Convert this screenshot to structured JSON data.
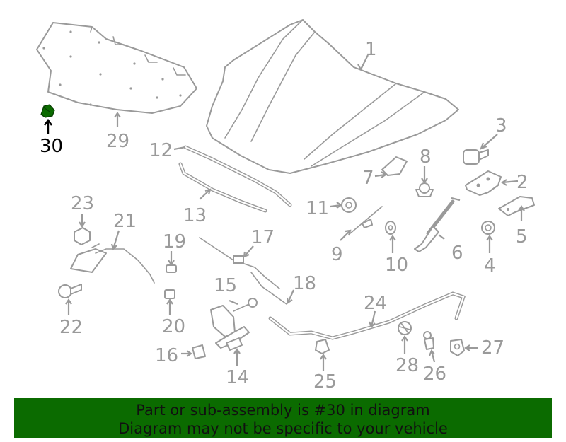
{
  "diagram": {
    "callouts": [
      {
        "id": "1",
        "text": "1"
      },
      {
        "id": "2",
        "text": "2"
      },
      {
        "id": "3",
        "text": "3"
      },
      {
        "id": "4",
        "text": "4"
      },
      {
        "id": "5",
        "text": "5"
      },
      {
        "id": "6",
        "text": "6"
      },
      {
        "id": "7",
        "text": "7"
      },
      {
        "id": "8",
        "text": "8"
      },
      {
        "id": "9",
        "text": "9"
      },
      {
        "id": "10",
        "text": "10"
      },
      {
        "id": "11",
        "text": "11"
      },
      {
        "id": "12",
        "text": "12"
      },
      {
        "id": "13",
        "text": "13"
      },
      {
        "id": "14",
        "text": "14"
      },
      {
        "id": "15",
        "text": "15"
      },
      {
        "id": "16",
        "text": "16"
      },
      {
        "id": "17",
        "text": "17"
      },
      {
        "id": "18",
        "text": "18"
      },
      {
        "id": "19",
        "text": "19"
      },
      {
        "id": "20",
        "text": "20"
      },
      {
        "id": "21",
        "text": "21"
      },
      {
        "id": "22",
        "text": "22"
      },
      {
        "id": "23",
        "text": "23"
      },
      {
        "id": "24",
        "text": "24"
      },
      {
        "id": "25",
        "text": "25"
      },
      {
        "id": "26",
        "text": "26"
      },
      {
        "id": "27",
        "text": "27"
      },
      {
        "id": "28",
        "text": "28"
      },
      {
        "id": "29",
        "text": "29"
      },
      {
        "id": "30",
        "text": "30"
      }
    ],
    "highlighted_part": "30",
    "colors": {
      "highlight": "#0b6b00",
      "parts": "#9a9a9a",
      "highlight_label": "#000000"
    }
  },
  "banner": {
    "line1": "Part or sub-assembly is #30 in diagram",
    "line2": "Diagram may not be specific to your vehicle"
  }
}
